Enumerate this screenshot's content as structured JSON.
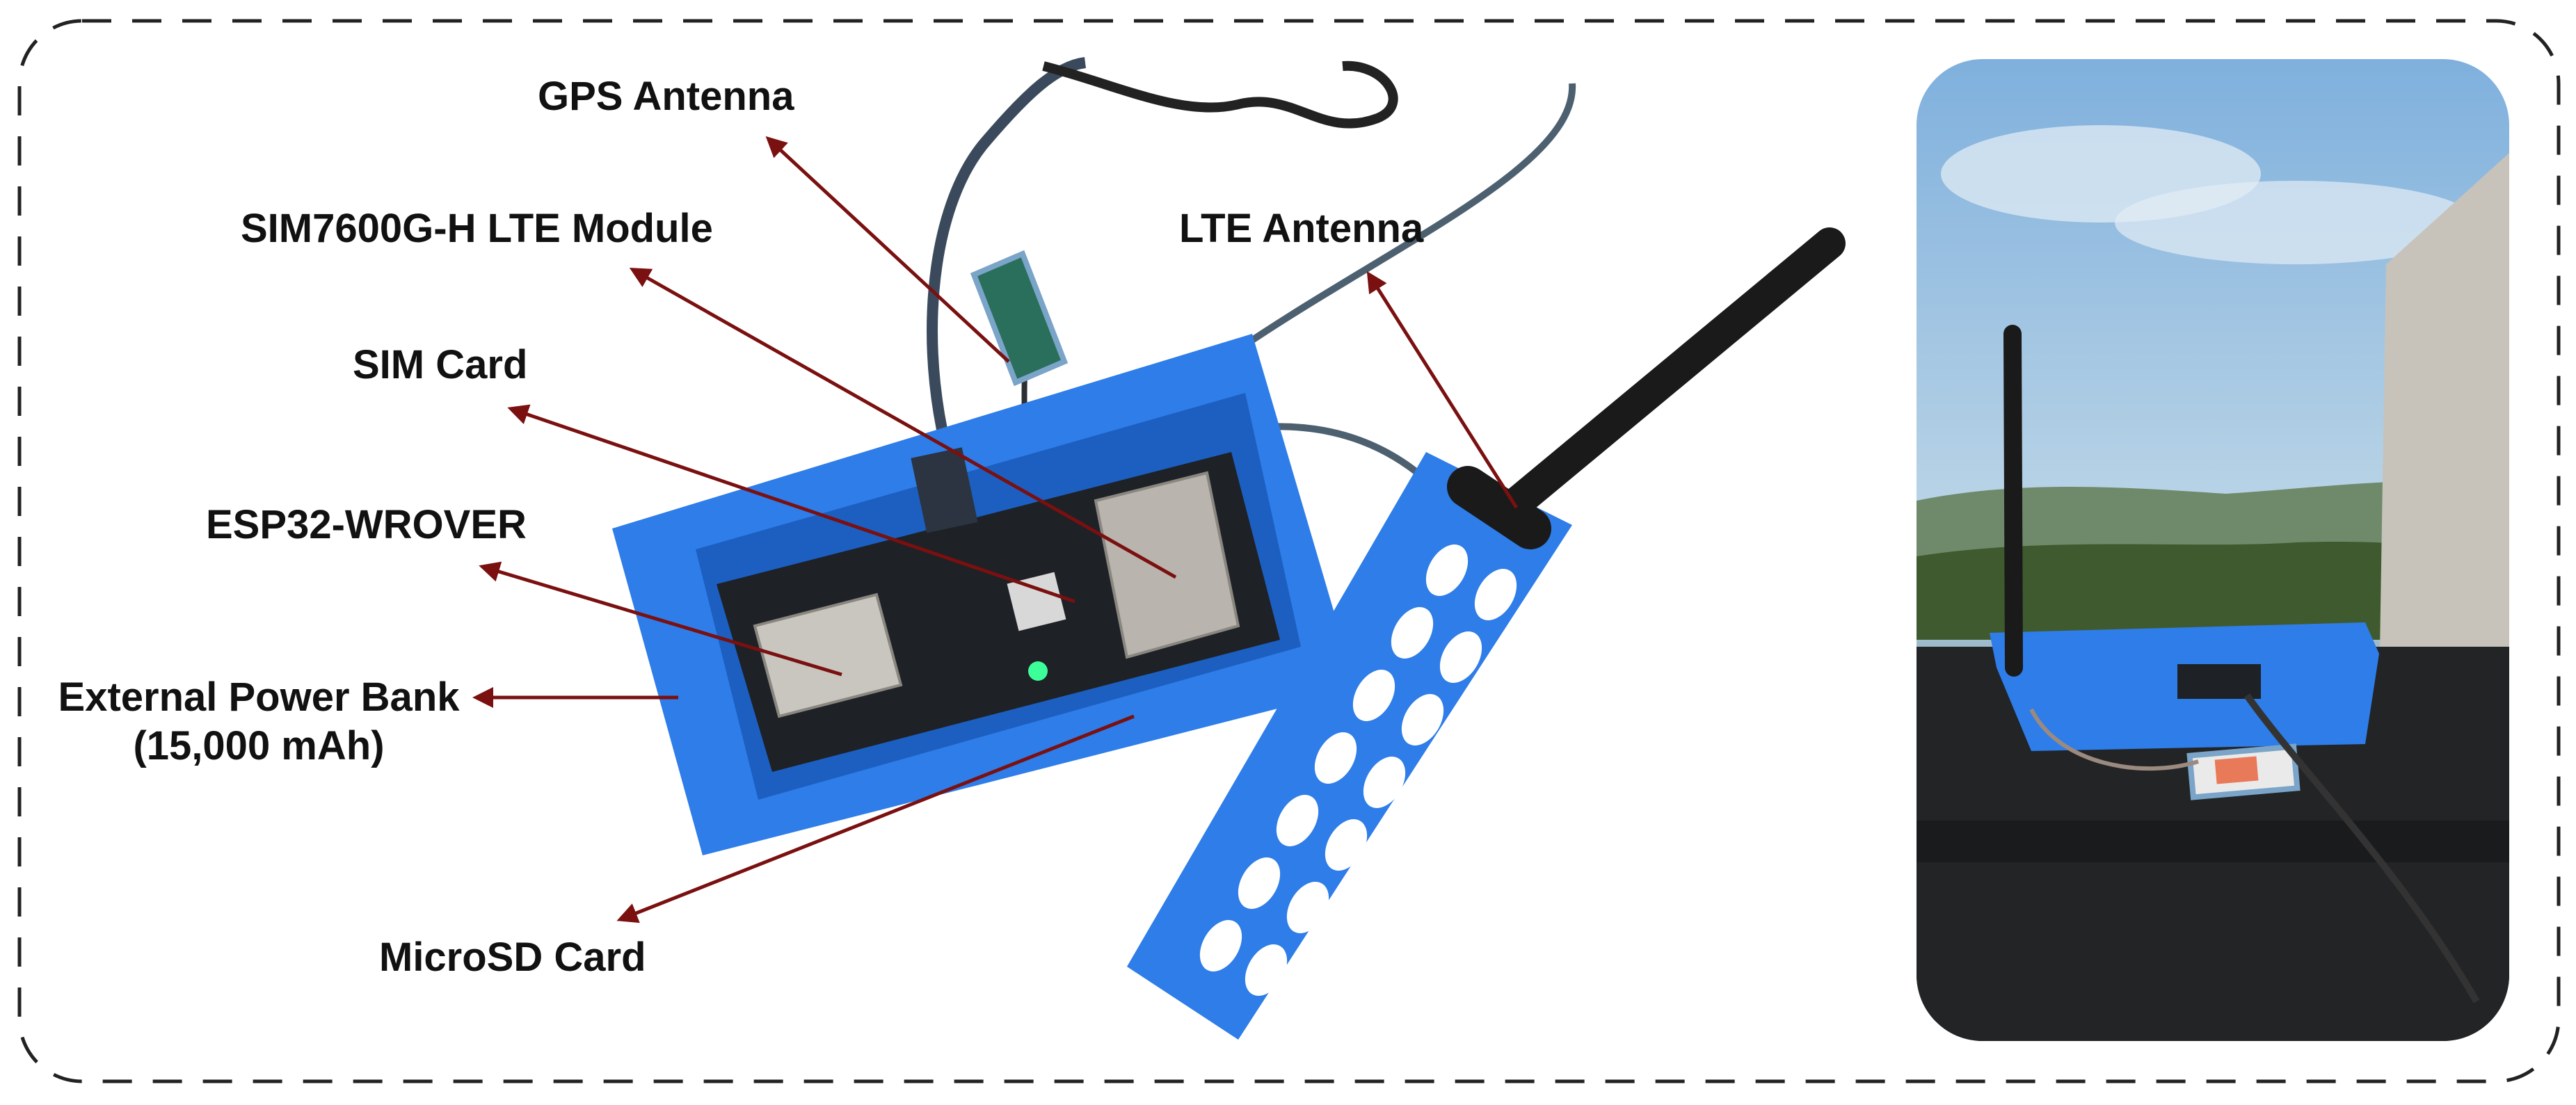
{
  "labels": {
    "gps_antenna": "GPS Antenna",
    "sim7600": "SIM7600G-H LTE Module",
    "lte_antenna": "LTE Antenna",
    "sim_card": "SIM Card",
    "esp32": "ESP32-WROVER",
    "power_bank_line1": "External Power Bank",
    "power_bank_line2": "(15,000 mAh)",
    "microsd": "MicroSD Card"
  },
  "colors": {
    "arrow": "#7a1010",
    "border": "#222222",
    "enclosure_blue": "#2e7de8",
    "enclosure_blue_dark": "#1c5fc0",
    "pcb": "#1e2126",
    "module_silver": "#b9b4ad",
    "antenna_black": "#1a1a1a",
    "sky": "#9fc3e0",
    "dashboard": "#222426"
  }
}
